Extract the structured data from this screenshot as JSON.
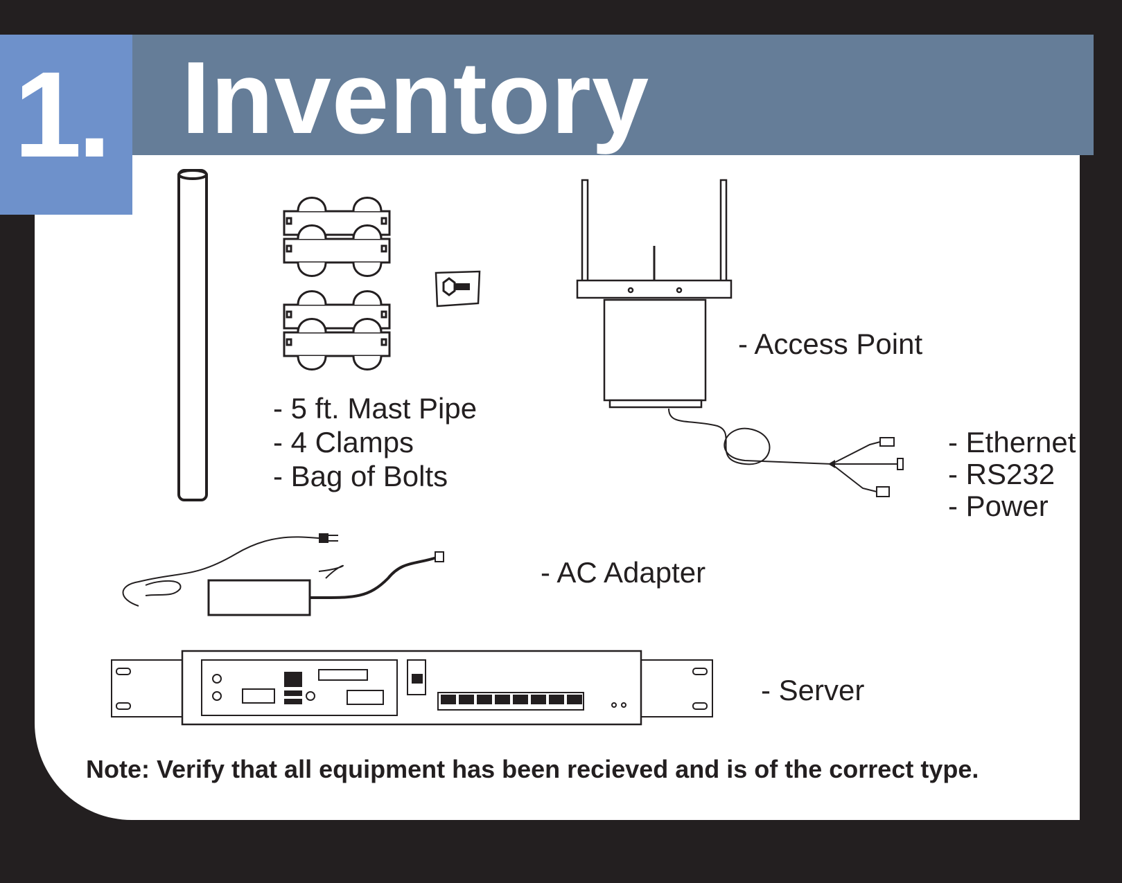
{
  "header": {
    "step_number": "1.",
    "title": "Inventory",
    "colors": {
      "step_box": "#6e91cb",
      "title_bar": "#657d98",
      "frame": "#231f20"
    }
  },
  "items": {
    "mast_kit": [
      "- 5 ft. Mast Pipe",
      "- 4 Clamps",
      "- Bag of Bolts"
    ],
    "access_point": "- Access Point",
    "cables": [
      "- Ethernet",
      "- RS232",
      "- Power"
    ],
    "ac_adapter": "- AC Adapter",
    "server": "- Server"
  },
  "note": "Note: Verify that all equipment has been recieved and is of the correct type.",
  "icons": [
    "mast-pipe-icon",
    "clamp-icon",
    "bolt-bag-icon",
    "access-point-icon",
    "breakout-cable-icon",
    "ac-adapter-icon",
    "server-icon"
  ]
}
